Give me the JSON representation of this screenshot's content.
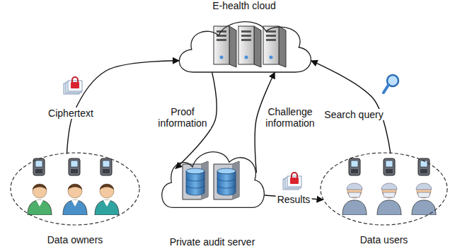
{
  "diagram": {
    "nodes": [
      {
        "text": [
          "E-health cloud"
        ]
      },
      {
        "text": [
          "Data owners"
        ]
      },
      {
        "text": [
          "Private audit server"
        ]
      },
      {
        "text": [
          "Data users"
        ]
      }
    ],
    "edges": [
      {
        "from": 1,
        "to": 0,
        "arrow": "to",
        "label": "Ciphertext"
      },
      {
        "from": 0,
        "to": 2,
        "arrow": "to",
        "label": "Proof information"
      },
      {
        "from": 2,
        "to": 0,
        "arrow": "to",
        "label": "Challenge information"
      },
      {
        "from": 3,
        "to": 0,
        "arrow": "to",
        "label": "Search query"
      },
      {
        "from": 2,
        "to": 3,
        "arrow": "to",
        "label": "Results"
      }
    ]
  }
}
